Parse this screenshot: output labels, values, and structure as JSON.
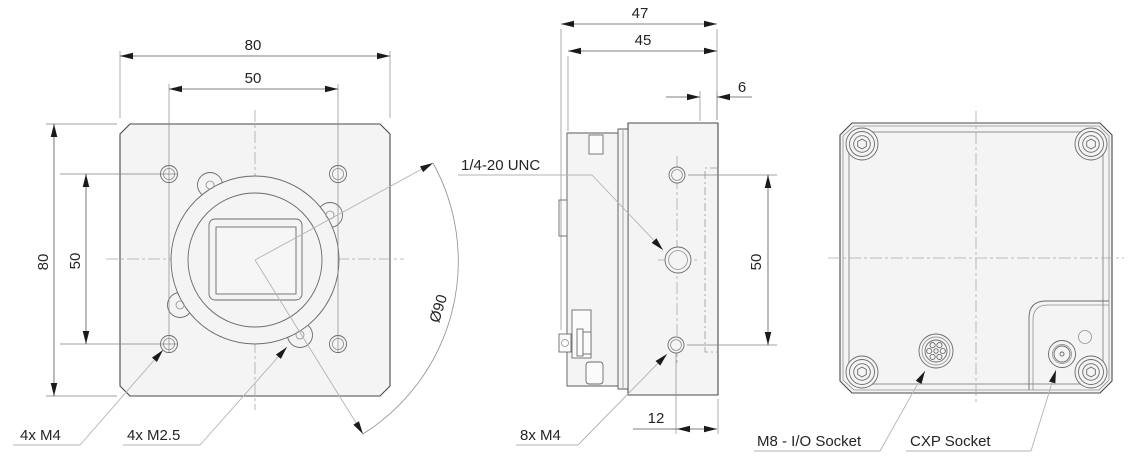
{
  "front": {
    "dim_width": "80",
    "dim_hole_spacing_h": "50",
    "dim_height": "80",
    "dim_hole_spacing_v": "50",
    "dim_flange_diameter": "Ø90",
    "label_corner_holes": "4x M4",
    "label_flange_holes": "4x M2.5"
  },
  "side": {
    "dim_depth_overall": "47",
    "dim_depth_housing": "45",
    "dim_back_step": "6",
    "dim_hole_spacing": "50",
    "dim_hole_to_back": "12",
    "label_tripod_thread": "1/4-20 UNC",
    "label_side_holes": "8x M4"
  },
  "back": {
    "label_io_socket": "M8 - I/O Socket",
    "label_cxp_socket": "CXP Socket"
  },
  "colors": {
    "outline": "#4a4a4a",
    "body_fill": "#f4f4f4",
    "leader": "#b3b3b3",
    "text": "#242424"
  }
}
